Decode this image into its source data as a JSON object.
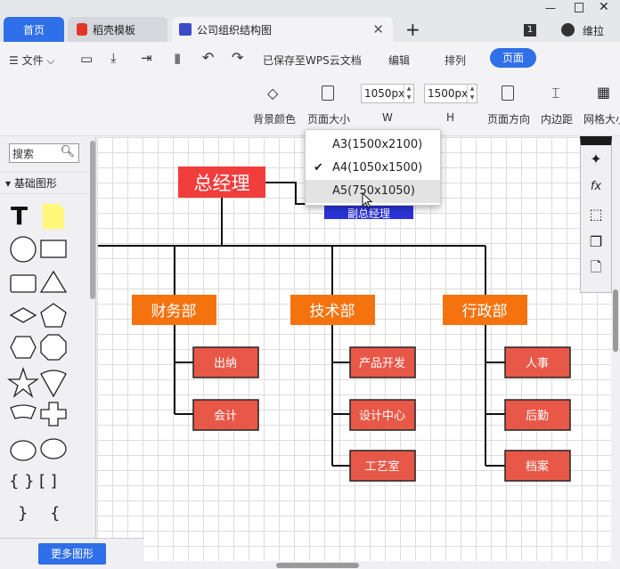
{
  "tabs": [
    {
      "label": "首页"
    },
    {
      "label": "稻壳模板"
    },
    {
      "label": "公司组织结构图"
    }
  ],
  "user": {
    "name": "维拉",
    "badge": "1"
  },
  "toolbar": {
    "file": "文件",
    "saved": "已保存至WPS云文档",
    "menus": [
      "编辑",
      "排列",
      "页面"
    ],
    "active_menu": "页面",
    "bg_color": "背景颜色",
    "page_size": "页面大小",
    "w_label": "W",
    "h_label": "H",
    "w_value": "1050px",
    "h_value": "1500px",
    "orientation": "页面方向",
    "padding": "内边距",
    "grid_size": "网格大小"
  },
  "sidebar": {
    "search_placeholder": "搜索",
    "section": "基础图形",
    "more_button": "更多图形"
  },
  "page_size_menu": {
    "items": [
      "A3(1500x2100)",
      "A4(1050x1500)",
      "A5(750x1050)"
    ],
    "selected": "A4(1050x1500)",
    "hovered": "A5(750x1050)"
  },
  "org": {
    "ceo": "总经理",
    "vp": "副总经理",
    "departments": [
      {
        "name": "财务部",
        "units": [
          "出纳",
          "会计"
        ]
      },
      {
        "name": "技术部",
        "units": [
          "产品开发",
          "设计中心",
          "工艺室"
        ]
      },
      {
        "name": "行政部",
        "units": [
          "人事",
          "后勤",
          "档案"
        ]
      }
    ]
  },
  "colors": {
    "ceo": "#f23d3d",
    "vp": "#2b33d6",
    "dept": "#f5730f",
    "unit": "#e85848",
    "accent": "#2f6fe8"
  }
}
